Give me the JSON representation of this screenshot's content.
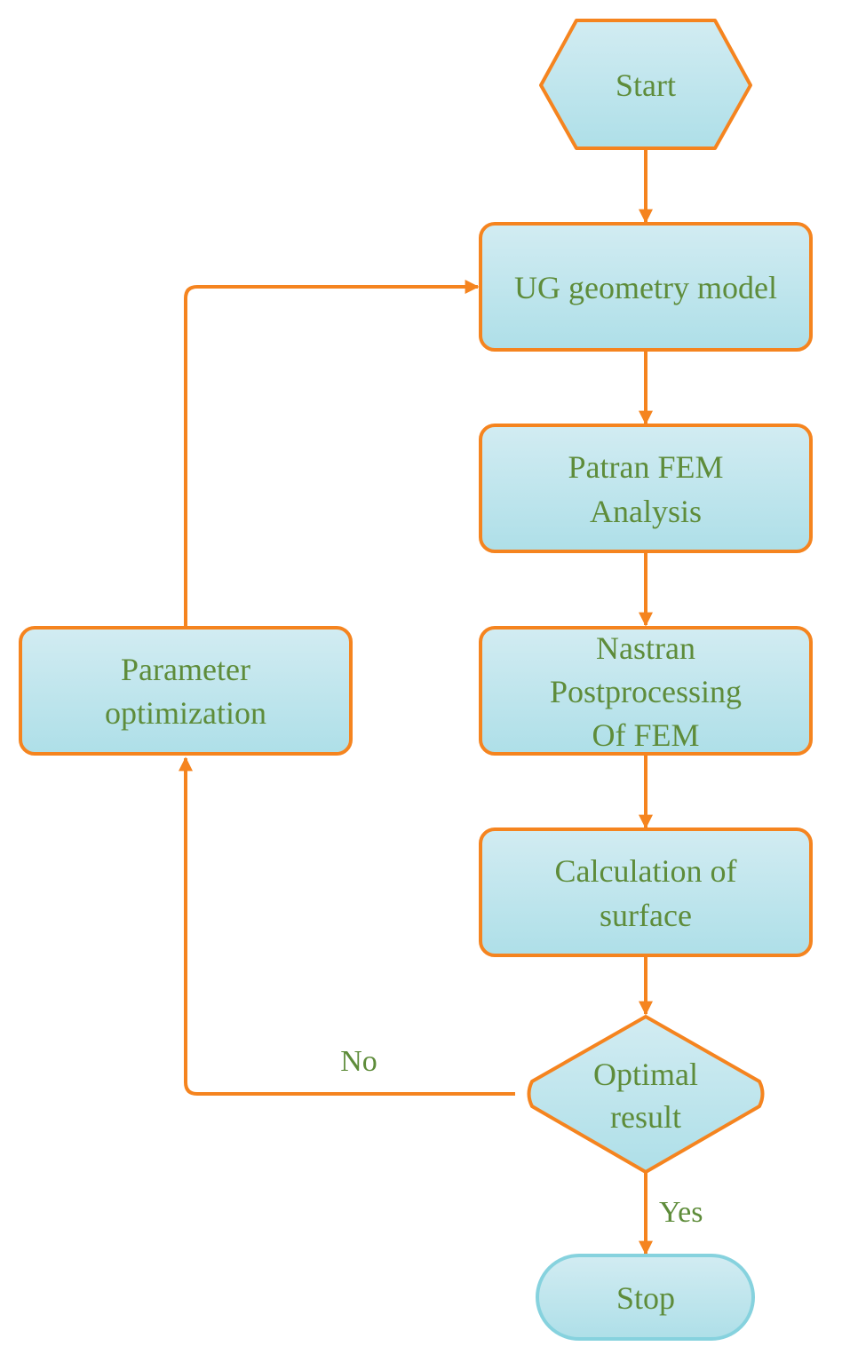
{
  "colors": {
    "stroke": "#f5841f",
    "fill_top": "#d2ecf2",
    "fill_bottom": "#aedfe8",
    "text": "#5e8c3a",
    "stop_stroke": "#86d2de"
  },
  "nodes": {
    "start": {
      "lines": [
        "Start"
      ]
    },
    "ug_geometry_model": {
      "lines": [
        "UG geometry model"
      ]
    },
    "patran_fem_analysis": {
      "lines": [
        "Patran FEM",
        "Analysis"
      ]
    },
    "nastran_postprocessing": {
      "lines": [
        "Nastran",
        "Postprocessing",
        "Of FEM"
      ]
    },
    "calculation_of_surface": {
      "lines": [
        "Calculation of",
        "surface"
      ]
    },
    "optimal_result": {
      "lines": [
        "Optimal",
        "result"
      ]
    },
    "stop": {
      "lines": [
        "Stop"
      ]
    },
    "parameter_optimization": {
      "lines": [
        "Parameter",
        "optimization"
      ]
    }
  },
  "edges": {
    "no_label": "No",
    "yes_label": "Yes"
  }
}
